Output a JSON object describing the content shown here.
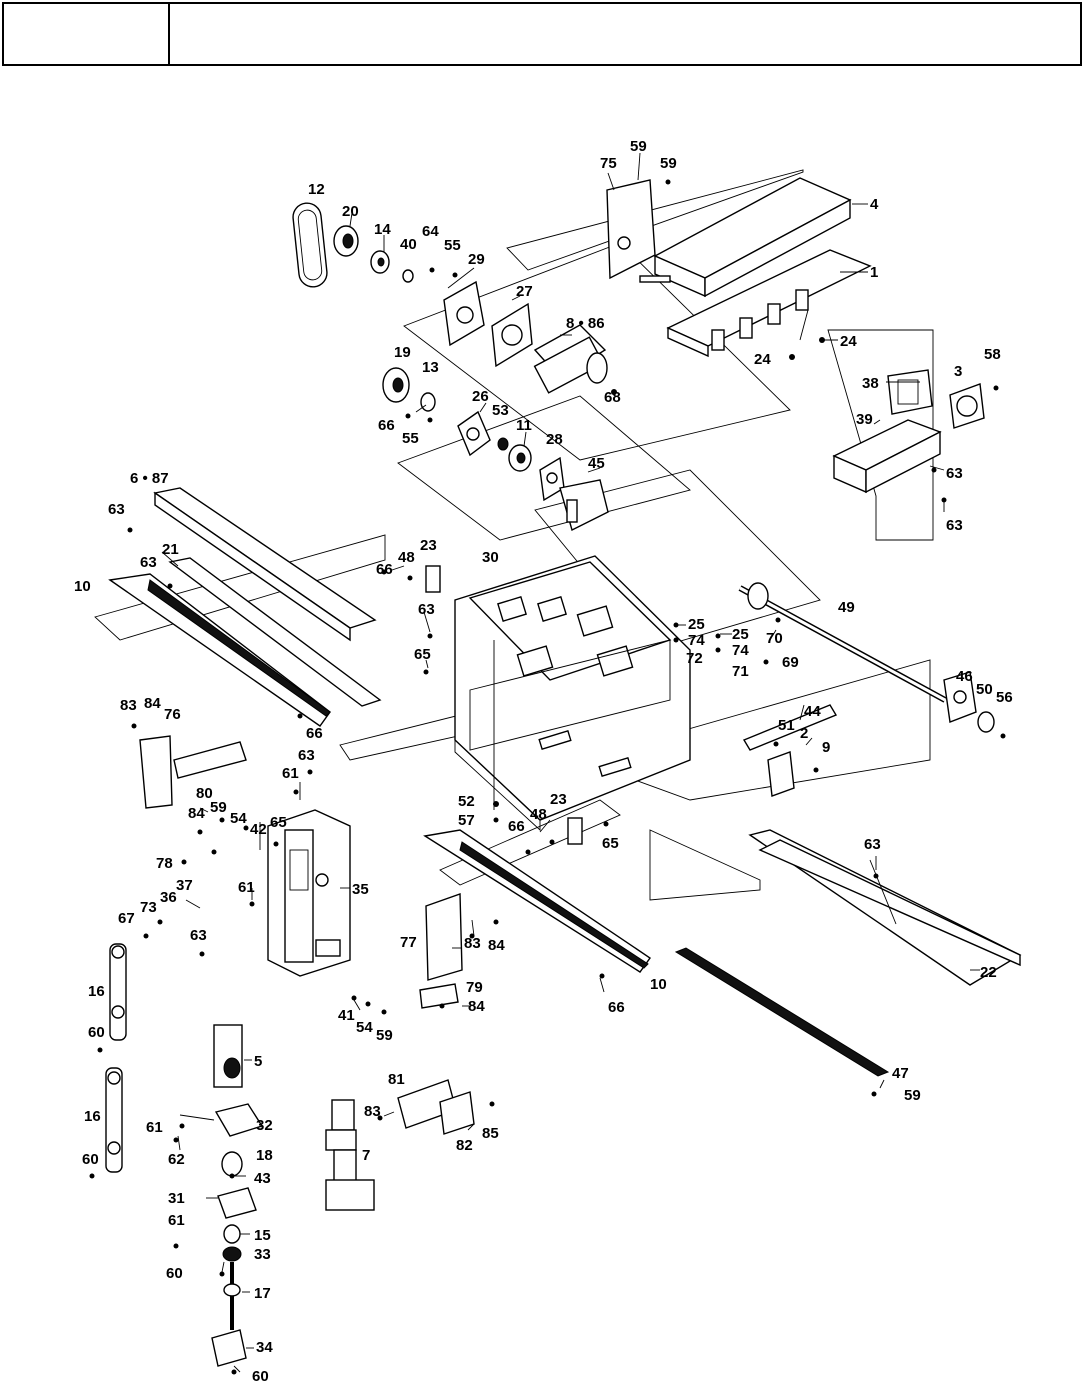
{
  "header": {
    "left_cell": "",
    "right_cell": ""
  },
  "callouts": {
    "c12": "12",
    "c20": "20",
    "c14": "14",
    "c40": "40",
    "c64": "64",
    "c55a": "55",
    "c29": "29",
    "c27": "27",
    "c8_86": "8 • 86",
    "c75": "75",
    "c59a": "59",
    "c59b": "59",
    "c4": "4",
    "c1": "1",
    "c24a": "24",
    "c24b": "24",
    "c19": "19",
    "c13": "13",
    "c26": "26",
    "c53": "53",
    "c66a": "66",
    "c55b": "55",
    "c11": "11",
    "c28": "28",
    "c68": "68",
    "c45": "45",
    "c58": "58",
    "c3": "3",
    "c38": "38",
    "c39": "39",
    "c63a": "63",
    "c63b": "63",
    "c6_87": "6 • 87",
    "c63c": "63",
    "c63d": "63",
    "c21": "21",
    "c10a": "10",
    "c66b": "66",
    "c48a": "48",
    "c23a": "23",
    "c30": "30",
    "c63e": "63",
    "c65a": "65",
    "c66c": "66",
    "c25a": "25",
    "c74a": "74",
    "c72": "72",
    "c25b": "25",
    "c74b": "74",
    "c71": "71",
    "c70": "70",
    "c49": "49",
    "c69": "69",
    "c44": "44",
    "c51": "51",
    "c2": "2",
    "c9": "9",
    "c46": "46",
    "c50": "50",
    "c56": "56",
    "c83a": "83",
    "c84a": "84",
    "c76": "76",
    "c80": "80",
    "c63f": "63",
    "c61a": "61",
    "c84b": "84",
    "c59c": "59",
    "c54a": "54",
    "c42": "42",
    "c65b": "65",
    "c78": "78",
    "c37": "37",
    "c36": "36",
    "c73": "73",
    "c67": "67",
    "c61b": "61",
    "c35": "35",
    "c63g": "63",
    "c52": "52",
    "c57": "57",
    "c66d": "66",
    "c48b": "48",
    "c23b": "23",
    "c65c": "65",
    "c16a": "16",
    "c60a": "60",
    "c77": "77",
    "c83b": "83",
    "c84c": "84",
    "c79": "79",
    "c84d": "84",
    "c41": "41",
    "c54b": "54",
    "c59d": "59",
    "c10b": "10",
    "c66e": "66",
    "c63h": "63",
    "c22": "22",
    "c5": "5",
    "c16b": "16",
    "c61c": "61",
    "c32": "32",
    "c62": "62",
    "c60b": "60",
    "c18": "18",
    "c43": "43",
    "c83c": "83",
    "c81": "81",
    "c82": "82",
    "c85": "85",
    "c7": "7",
    "c31": "31",
    "c61d": "61",
    "c15": "15",
    "c33": "33",
    "c60c": "60",
    "c17": "17",
    "c34": "34",
    "c60d": "60",
    "c47": "47",
    "c59e": "59"
  }
}
